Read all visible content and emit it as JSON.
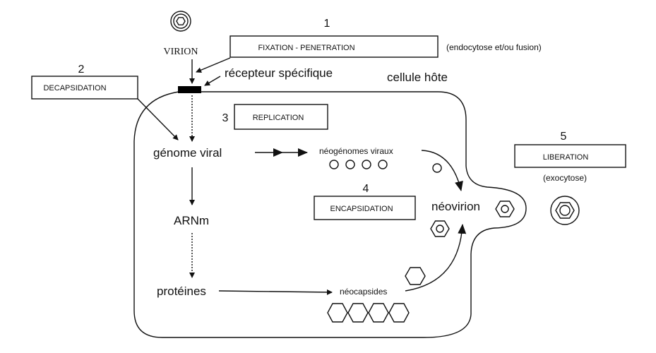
{
  "labels": {
    "virion": "VIRION",
    "receptor": "récepteur spécifique",
    "host_cell": "cellule hôte",
    "viral_genome": "génome viral",
    "mrna": "ARNm",
    "proteins": "protéines",
    "new_genomes": "néogénomes viraux",
    "new_capsids": "néocapsides",
    "new_virion": "néovirion",
    "endocytosis_note": "(endocytose et/ou fusion)",
    "exocytosis_note": "(exocytose)"
  },
  "steps": [
    {
      "number": "1",
      "label": "FIXATION - PENETRATION"
    },
    {
      "number": "2",
      "label": "DECAPSIDATION"
    },
    {
      "number": "3",
      "label": "REPLICATION"
    },
    {
      "number": "4",
      "label": "ENCAPSIDATION"
    },
    {
      "number": "5",
      "label": "LIBERATION"
    }
  ]
}
